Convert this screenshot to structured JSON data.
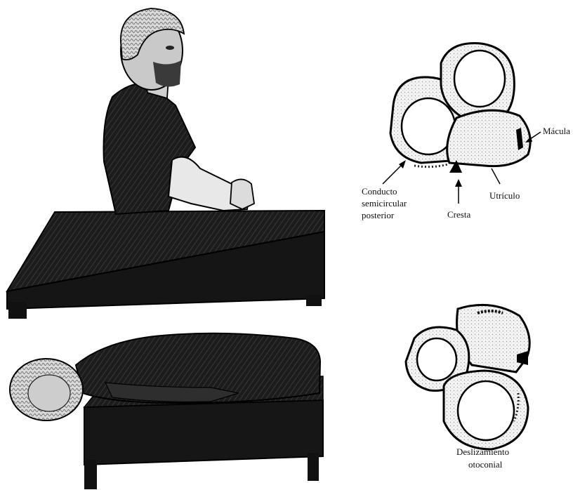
{
  "labels": {
    "macula": "Mácula",
    "conducto_line1": "Conducto",
    "conducto_line2": "semicircular",
    "conducto_line3": "posterior",
    "cresta": "Cresta",
    "utriculo": "Utrículo",
    "deslizamiento_line1": "Deslizamiento",
    "deslizamiento_line2": "otoconial"
  },
  "colors": {
    "ink": "#111111",
    "shade": "#2b2b2b",
    "paper": "#ffffff",
    "stipple": "#bdbdbd"
  },
  "icons": {
    "seated_patient": "seated-patient-illustration",
    "supine_patient": "supine-head-hanging-patient-illustration",
    "labyrinth_upright": "inner-ear-labyrinth-diagram",
    "labyrinth_rotated": "rotated-inner-ear-labyrinth-diagram"
  }
}
